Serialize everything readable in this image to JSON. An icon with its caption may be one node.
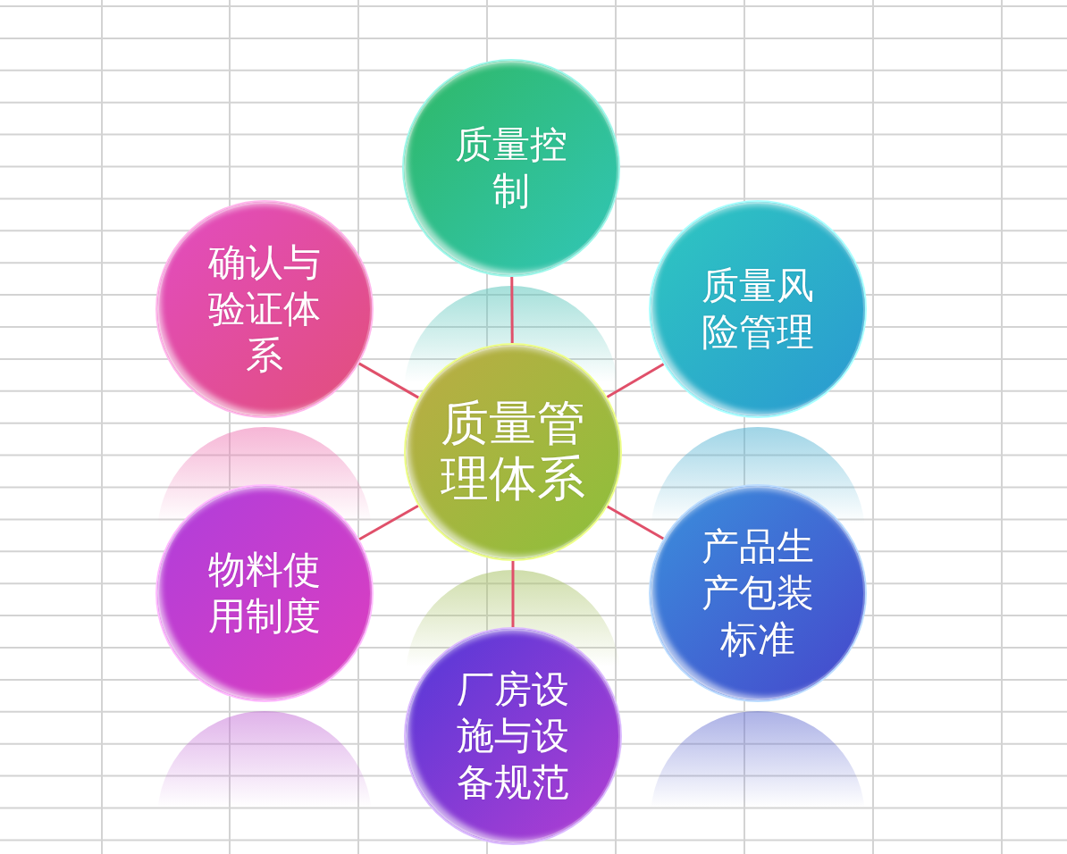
{
  "diagram": {
    "nodes": [
      {
        "text": [
          "质量控制"
        ]
      },
      {
        "text": [
          "确认与验证体系"
        ]
      },
      {
        "text": [
          "质量风险管理"
        ]
      },
      {
        "text": [
          "质量管理体系"
        ]
      },
      {
        "text": [
          "物料使用制度"
        ]
      },
      {
        "text": [
          "产品生产包装标准"
        ]
      },
      {
        "text": [
          "厂房设施与设备规范"
        ]
      }
    ],
    "edges": [
      {
        "from": 3,
        "to": 0,
        "arrow": "none"
      },
      {
        "from": 3,
        "to": 1,
        "arrow": "none"
      },
      {
        "from": 3,
        "to": 2,
        "arrow": "none"
      },
      {
        "from": 3,
        "to": 4,
        "arrow": "none"
      },
      {
        "from": 3,
        "to": 5,
        "arrow": "none"
      },
      {
        "from": 3,
        "to": 6,
        "arrow": "none"
      }
    ]
  }
}
